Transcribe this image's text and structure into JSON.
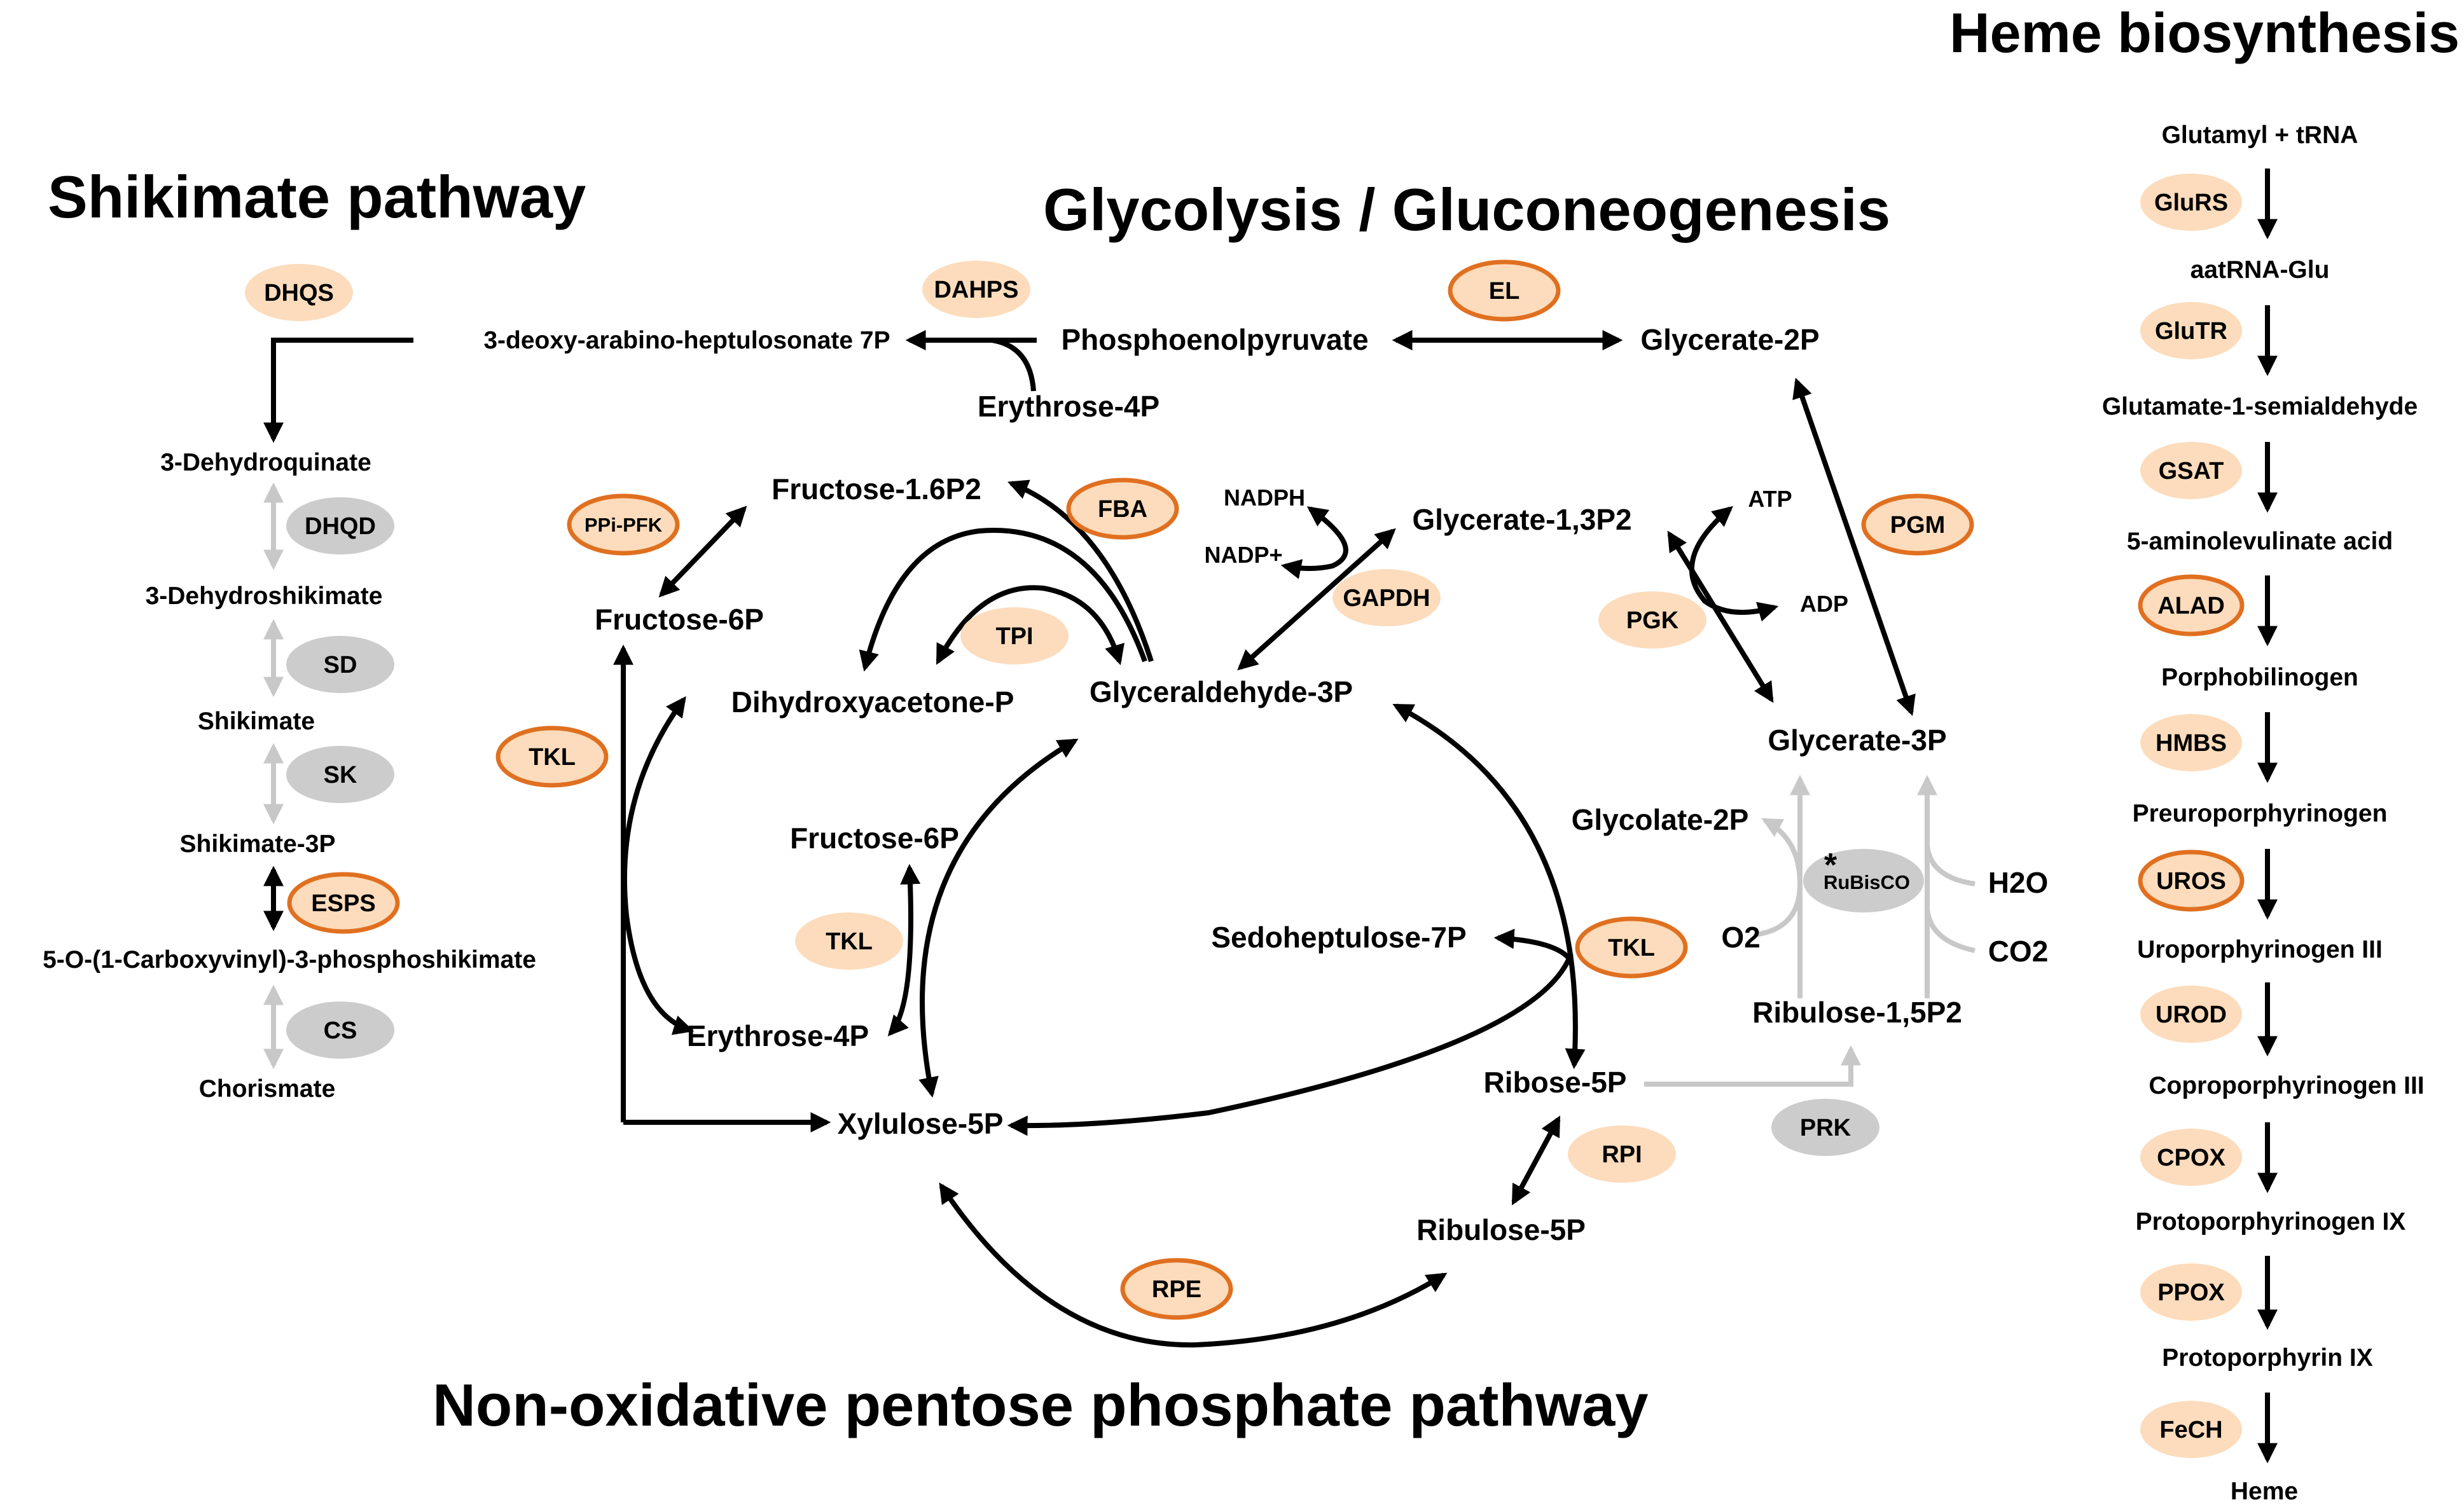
{
  "titles": {
    "shikimate": "Shikimate pathway",
    "glycolysis": "Glycolysis / Gluconeogenesis",
    "pentose": "Non-oxidative pentose phosphate pathway",
    "heme": "Heme biosynthesis"
  },
  "metabolites": {
    "deoxy_arabino": "3-deoxy-arabino-heptulosonate 7P",
    "dehydroquinate": "3-Dehydroquinate",
    "dehydroshikimate": "3-Dehydroshikimate",
    "shikimate": "Shikimate",
    "shikimate_3p": "Shikimate-3P",
    "carboxyvinyl": "5-O-(1-Carboxyvinyl)-3-phosphoshikimate",
    "chorismate": "Chorismate",
    "pep": "Phosphoenolpyruvate",
    "erythrose_4p_top": "Erythrose-4P",
    "glycerate_2p": "Glycerate-2P",
    "fructose_16p2": "Fructose-1.6P2",
    "fructose_6p_left": "Fructose-6P",
    "dhap": "Dihydroxyacetone-P",
    "g3p": "Glyceraldehyde-3P",
    "glycerate_13p2": "Glycerate-1,3P2",
    "glycerate_3p": "Glycerate-3P",
    "glycolate_2p": "Glycolate-2P",
    "fructose_6p_mid": "Fructose-6P",
    "erythrose_4p_mid": "Erythrose-4P",
    "xylulose_5p": "Xylulose-5P",
    "sedoheptulose_7p": "Sedoheptulose-7P",
    "ribose_5p": "Ribose-5P",
    "ribulose_5p": "Ribulose-5P",
    "ribulose_15p2": "Ribulose-1,5P2",
    "nadph": "NADPH",
    "nadp": "NADP+",
    "atp": "ATP",
    "adp": "ADP",
    "o2": "O2",
    "h2o": "H2O",
    "co2": "CO2",
    "rubisco_star": "*"
  },
  "enzymes": {
    "dhqs": "DHQS",
    "dahps": "DAHPS",
    "dhqd": "DHQD",
    "sd": "SD",
    "sk": "SK",
    "esps": "ESPS",
    "cs": "CS",
    "ppi_pfk": "PPi-PFK",
    "fba": "FBA",
    "tpi": "TPI",
    "tkl_left": "TKL",
    "tkl_mid": "TKL",
    "tkl_right": "TKL",
    "el": "EL",
    "gapdh": "GAPDH",
    "pgk": "PGK",
    "pgm": "PGM",
    "rubisco": "RuBisCO",
    "rpi": "RPI",
    "prk": "PRK",
    "rpe": "RPE"
  },
  "heme": {
    "metabolites": [
      "Glutamyl + tRNA",
      "aatRNA-Glu",
      "Glutamate-1-semialdehyde",
      "5-aminolevulinate acid",
      "Porphobilinogen",
      "Preuroporphyrinogen",
      "Uroporphyrinogen III",
      "Coproporphyrinogen III",
      "Protoporphyrinogen IX",
      "Protoporphyrin IX",
      "Heme"
    ],
    "enzymes": [
      "GluRS",
      "GluTR",
      "GSAT",
      "ALAD",
      "HMBS",
      "UROS",
      "UROD",
      "CPOX",
      "PPOX",
      "FeCH"
    ]
  },
  "colors": {
    "enzyme_fill": "#fcdcbc",
    "enzyme_outline": "#e07020",
    "gray_enzyme_fill": "#cccccc",
    "gray_arrow": "#c8c8c8",
    "arrow": "#000000"
  }
}
